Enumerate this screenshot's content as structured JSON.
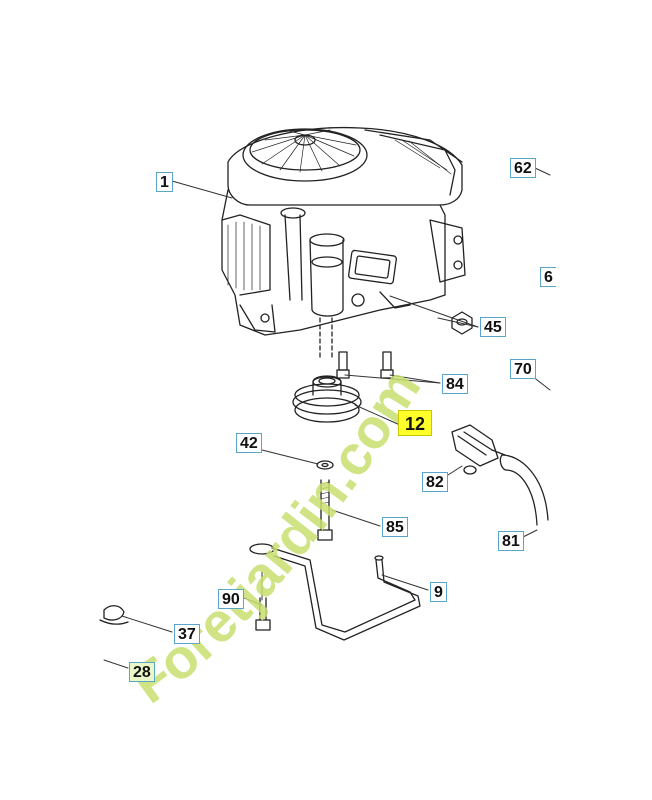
{
  "callouts": [
    {
      "id": "1",
      "label": "1"
    },
    {
      "id": "62",
      "label": "62"
    },
    {
      "id": "6",
      "label": "6"
    },
    {
      "id": "45",
      "label": "45"
    },
    {
      "id": "70",
      "label": "70"
    },
    {
      "id": "84",
      "label": "84"
    },
    {
      "id": "12",
      "label": "12"
    },
    {
      "id": "42",
      "label": "42"
    },
    {
      "id": "82",
      "label": "82"
    },
    {
      "id": "85",
      "label": "85"
    },
    {
      "id": "81",
      "label": "81"
    },
    {
      "id": "9",
      "label": "9"
    },
    {
      "id": "90",
      "label": "90"
    },
    {
      "id": "37",
      "label": "37"
    },
    {
      "id": "28",
      "label": "28"
    }
  ],
  "watermark": {
    "text": "Foretjardin.com",
    "color": "#c8e070"
  },
  "colors": {
    "highlight": "#ffff2a",
    "callout_border": "#5aa6c8",
    "line": "#222222"
  }
}
